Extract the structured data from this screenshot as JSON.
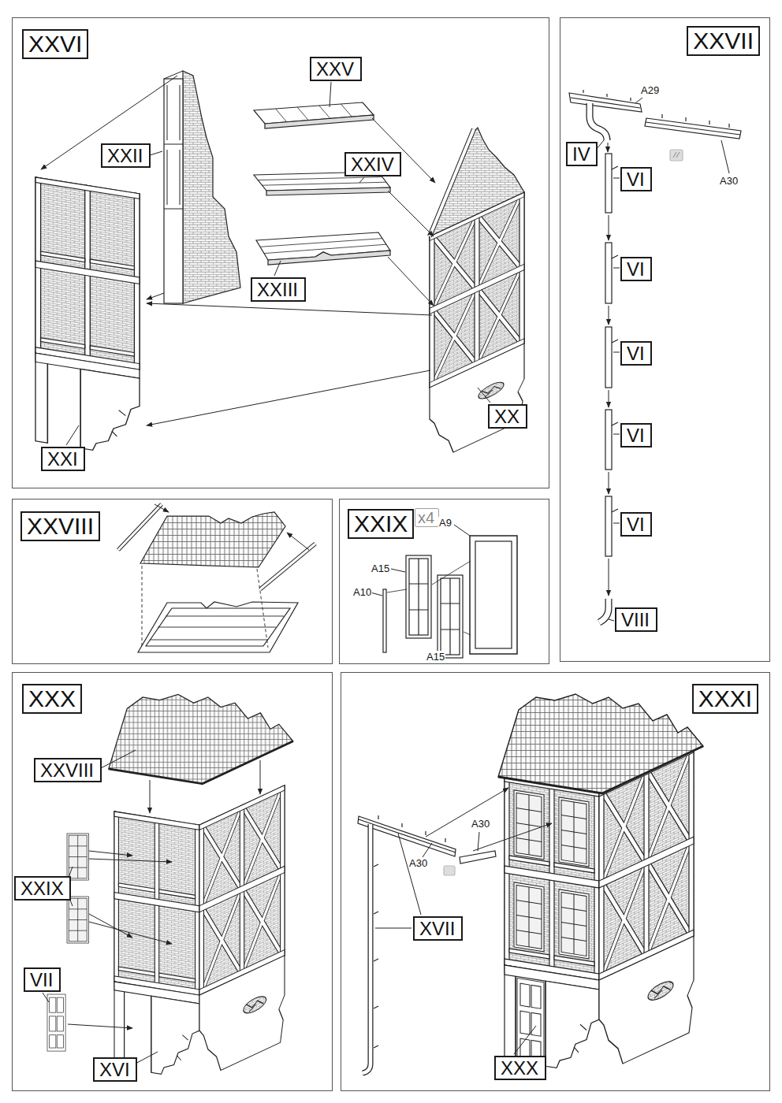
{
  "diagram": {
    "nodes": [
      {
        "text": [
          "XXVI"
        ]
      },
      {
        "text": [
          "XXV"
        ],
        "in": 0
      },
      {
        "text": [
          "XXII"
        ],
        "in": 0
      },
      {
        "text": [
          "XXIV"
        ],
        "in": 0
      },
      {
        "text": [
          "XXIII"
        ],
        "in": 0
      },
      {
        "text": [
          "XXI"
        ],
        "in": 0
      },
      {
        "text": [
          "XX"
        ],
        "in": 0
      },
      {
        "text": [
          "XXVII"
        ]
      },
      {
        "text": [
          "IV"
        ],
        "in": 7
      },
      {
        "text": [
          "VI"
        ],
        "in": 7
      },
      {
        "text": [
          "VI"
        ],
        "in": 7
      },
      {
        "text": [
          "VI"
        ],
        "in": 7
      },
      {
        "text": [
          "VI"
        ],
        "in": 7
      },
      {
        "text": [
          "VI"
        ],
        "in": 7
      },
      {
        "text": [
          "VIII"
        ],
        "in": 7
      },
      {
        "text": [
          "XXVIII"
        ]
      },
      {
        "text": [
          "XXIX"
        ]
      },
      {
        "text": [
          "x4"
        ],
        "in": 16
      },
      {
        "text": [
          "XXX"
        ]
      },
      {
        "text": [
          "XXVIII"
        ],
        "in": 18
      },
      {
        "text": [
          "XXIX"
        ],
        "in": 18
      },
      {
        "text": [
          "VII"
        ],
        "in": 18
      },
      {
        "text": [
          "XVI"
        ],
        "in": 18
      },
      {
        "text": [
          "XXXI"
        ]
      },
      {
        "text": [
          "XVII"
        ],
        "in": 23
      },
      {
        "text": [
          "XXX"
        ],
        "in": 23
      }
    ],
    "labels": [
      "A29",
      "A30",
      "A9",
      "A15",
      "A10",
      "A15",
      "A30",
      "A30"
    ]
  }
}
